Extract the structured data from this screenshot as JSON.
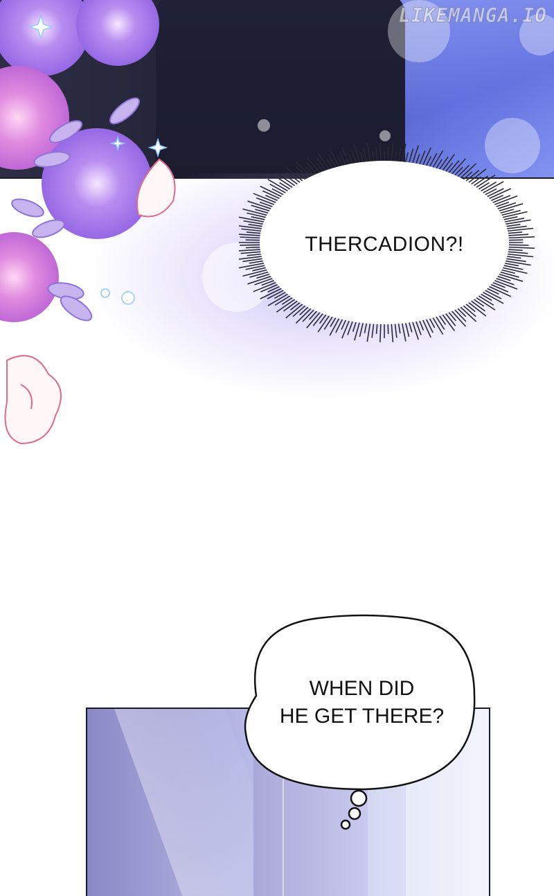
{
  "watermark": "LIKEMANGA.IO",
  "dialogue": {
    "shout": "THERCADION?!",
    "thought_line1": "WHEN DID",
    "thought_line2": "HE GET THERE?"
  },
  "colors": {
    "night_panel": "#232437",
    "window_blue": "#7f90f2",
    "flower_purple": "#a97be8",
    "flower_pink": "#e07ad1",
    "glow_lavender": "#b4aff2",
    "ink": "#111111"
  }
}
